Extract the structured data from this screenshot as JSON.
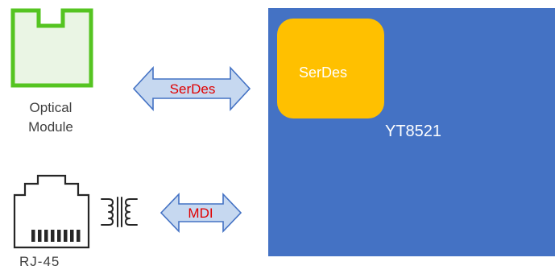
{
  "chip": {
    "name": "YT8521",
    "block_label": "SerDes"
  },
  "left_components": {
    "optical_module": {
      "label_line1": "Optical",
      "label_line2": "Module"
    },
    "rj45": {
      "label": "RJ-45"
    }
  },
  "interfaces": {
    "serdes_arrow_label": "SerDes",
    "mdi_arrow_label": "MDI"
  },
  "colors": {
    "chip_fill": "#4472c4",
    "serdes_block_fill": "#ffc000",
    "optical_outline": "#55c421",
    "arrow_fill": "#c6d8f0",
    "arrow_stroke": "#4472c4",
    "arrow_text": "#e00000"
  }
}
